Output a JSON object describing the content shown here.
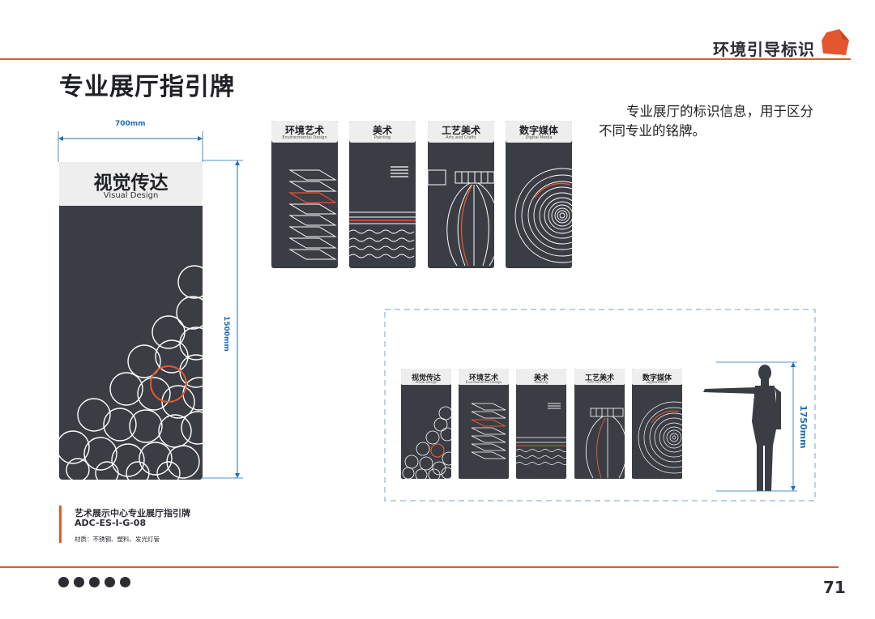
{
  "header": {
    "section_title": "环境引导标识"
  },
  "page": {
    "title": "专业展厅指引牌",
    "number": "71"
  },
  "description": "专业展厅的标识信息，用于区分不同专业的铭牌。",
  "main_sign": {
    "title": "视觉传达",
    "subtitle": "Visual Design",
    "width_label": "700mm",
    "height_label": "1500mm"
  },
  "category_signs": [
    {
      "title": "环境艺术",
      "subtitle": "Environmental Design"
    },
    {
      "title": "美术",
      "subtitle": "Painting"
    },
    {
      "title": "工艺美术",
      "subtitle": "Arts and Crafts"
    },
    {
      "title": "数字媒体",
      "subtitle": "Digital Media"
    }
  ],
  "scale_view": {
    "height_label": "1750mm",
    "signs": [
      {
        "title": "视觉传达",
        "subtitle": "Visual Design"
      },
      {
        "title": "环境艺术",
        "subtitle": "Environmental Design"
      },
      {
        "title": "美术",
        "subtitle": "Painting"
      },
      {
        "title": "工艺美术",
        "subtitle": "Arts and Crafts"
      },
      {
        "title": "数字媒体",
        "subtitle": "Digital Media"
      }
    ]
  },
  "caption": {
    "name": "艺术展示中心专业展厅指引牌",
    "code": "ADC-ES-I-G-08",
    "material": "材质：不锈钢、塑料、发光灯管"
  },
  "colors": {
    "accent": "#e4572e",
    "panel": "#3a3d44",
    "dimension": "#1e6fb7",
    "header_panel": "#eeeeee"
  }
}
